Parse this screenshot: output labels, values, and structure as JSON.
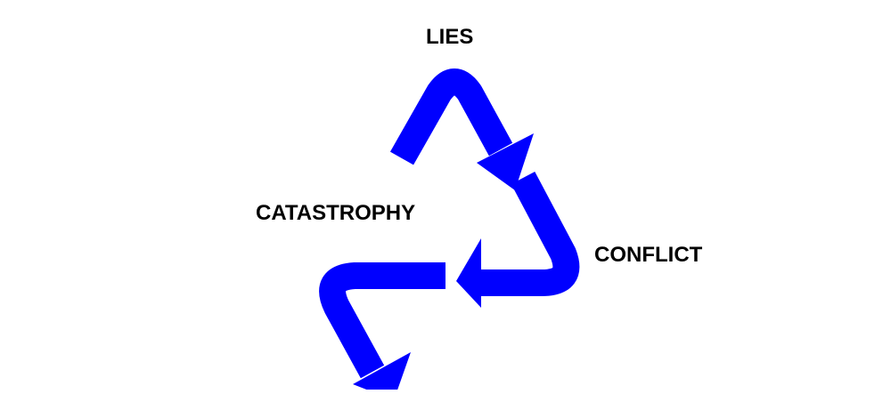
{
  "diagram": {
    "labels": {
      "lies": "LIES",
      "catastrophy": "CATASTROPHY",
      "conflict": "CONFLICT"
    },
    "arrow_color": "#0000ff",
    "text_color": "#000000",
    "background": "#ffffff",
    "cycle": [
      "LIES",
      "CONFLICT",
      "CATASTROPHY"
    ]
  }
}
